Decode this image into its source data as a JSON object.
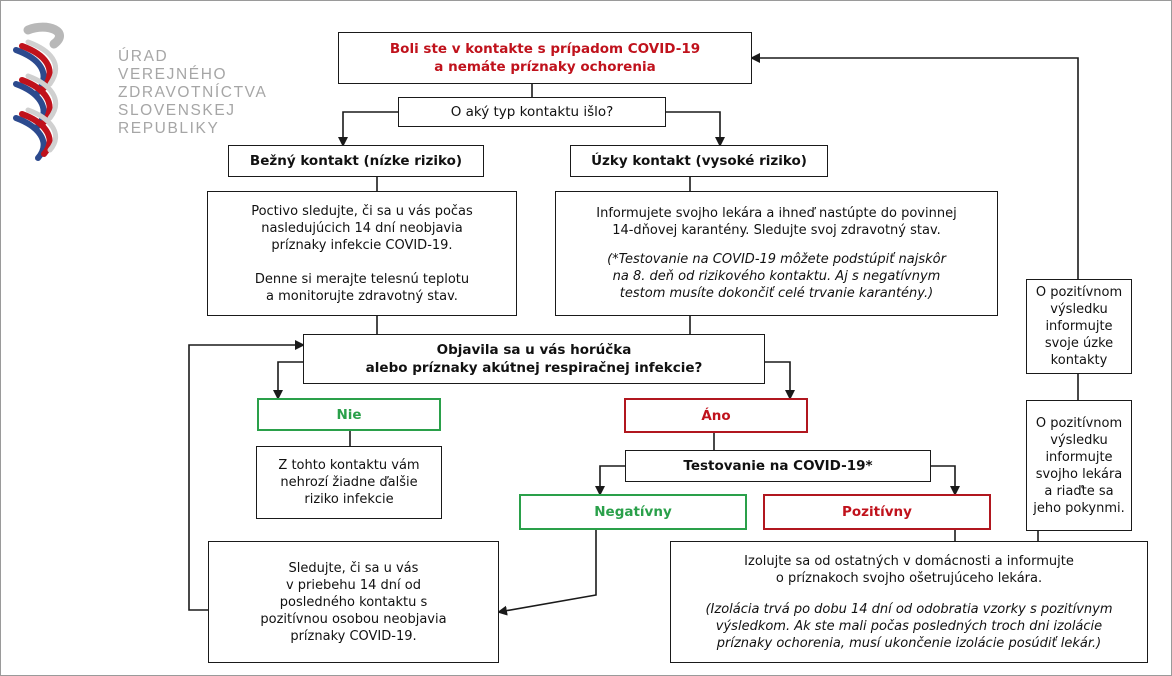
{
  "logo": {
    "lines": [
      "ÚRAD",
      "VEREJNÉHO",
      "ZDRAVOTNÍCTVA",
      "SLOVENSKEJ",
      "REPUBLIKY"
    ]
  },
  "title": {
    "line1": "Boli ste v kontakte s prípadom COVID-19",
    "line2": "a nemáte príznaky ochorenia"
  },
  "question_contact": "O aký typ kontaktu išlo?",
  "low_risk": {
    "heading": "Bežný kontakt (nízke riziko)",
    "text": "Poctivo sledujte, či sa u vás počas\nnasledujúcich 14 dní neobjavia\npríznaky infekcie COVID-19.\n\nDenne si merajte telesnú teplotu\na monitorujte zdravotný stav."
  },
  "high_risk": {
    "heading": "Úzky kontakt (vysoké riziko)",
    "text": "Informujete svojho lekára a ihneď nastúpte do povinnej\n14-dňovej karantény. Sledujte svoj zdravotný stav.",
    "note": "(*Testovanie na COVID-19 môžete podstúpiť najskôr\nna 8. deň od rizikového kontaktu. Aj s negatívnym\ntestom musíte dokončiť celé trvanie karantény.)"
  },
  "question_symptoms": "Objavila sa u vás horúčka\nalebo príznaky akútnej respiračnej infekcie?",
  "no": {
    "label": "Nie",
    "text": "Z tohto kontaktu vám\nnehrozí žiadne ďalšie\nriziko infekcie"
  },
  "yes": {
    "label": "Áno"
  },
  "testing": "Testovanie na COVID-19*",
  "negative": {
    "label": "Negatívny",
    "text": "Sledujte, či sa u vás\nv priebehu 14 dní od\nposledného kontaktu s\npozitívnou osobou neobjavia\npríznaky COVID-19."
  },
  "positive": {
    "label": "Pozitívny",
    "text": "Izolujte sa od ostatných v domácnosti a informujte\no príznakoch svojho ošetrujúceho lekára.",
    "note": "(Izolácia trvá po dobu 14 dní od odobratia vzorky s pozitívnym\nvýsledkom. Ak ste mali počas posledných troch dni izolácie\npríznaky ochorenia, musí ukončenie izolácie posúdiť lekár.)"
  },
  "side": {
    "inform_contacts": "O pozitívnom\nvýsledku\ninformujte\nsvoje úzke\nkontakty",
    "inform_doctor": "O pozitívnom\nvýsledku\ninformujte\nsvojho lekára\na riaďte sa\njeho pokynmi."
  },
  "colors": {
    "title_red": "#c0121c",
    "green": "#2aa04a",
    "red_border": "#b1171f",
    "logo_gray": "#a6a6a6",
    "logo_blue": "#2c4a8e"
  }
}
